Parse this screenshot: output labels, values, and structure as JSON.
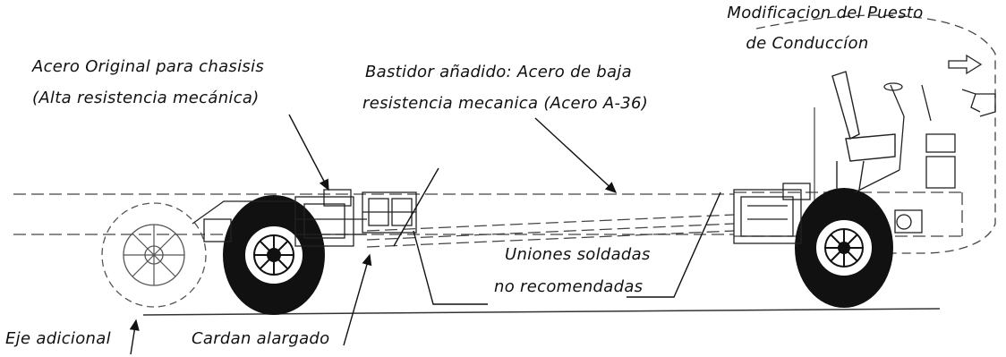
{
  "labels": {
    "acero_original_line1": "Acero Original para chasisis",
    "acero_original_line2": "(Alta resistencia mecánica)",
    "bastidor_line1": "Bastidor añadido: Acero de baja",
    "bastidor_line2": "resistencia mecanica (Acero A-36)",
    "modificacion_line1": "Modificacion del Puesto",
    "modificacion_line2": "de Conduccíon",
    "uniones_line1": "Uniones soldadas",
    "uniones_line2": "no recomendadas",
    "eje_adicional": "Eje adicional",
    "cardan": "Cardan alargado"
  }
}
